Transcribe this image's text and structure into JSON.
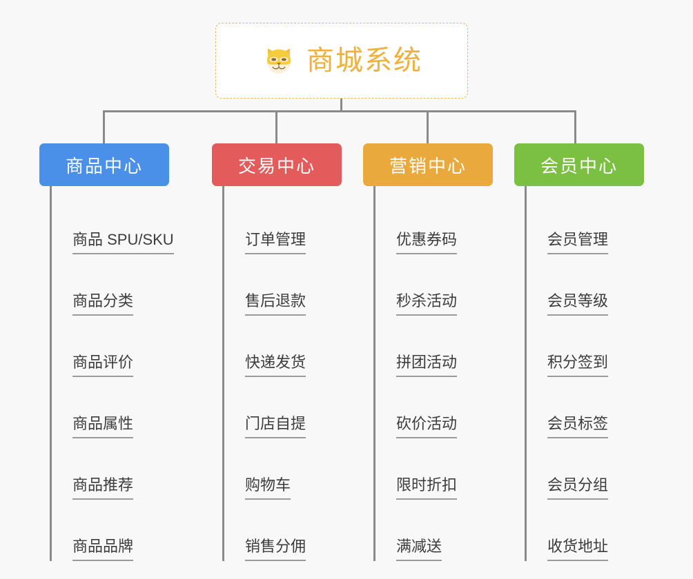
{
  "root": {
    "title": "商城系统",
    "icon": "shiba-dog-face-icon",
    "text_color": "#f0b03c",
    "border_color": "#e8b665",
    "background": "#ffffff"
  },
  "canvas": {
    "background": "#f8f8f8",
    "connector_color": "#8a8a8a"
  },
  "columns": [
    {
      "header": "商品中心",
      "color": "#4a90e8",
      "color_name": "blue",
      "items": [
        "商品 SPU/SKU",
        "商品分类",
        "商品评价",
        "商品属性",
        "商品推荐",
        "商品品牌"
      ]
    },
    {
      "header": "交易中心",
      "color": "#e35b5b",
      "color_name": "red",
      "items": [
        "订单管理",
        "售后退款",
        "快递发货",
        "门店自提",
        "购物车",
        "销售分佣"
      ]
    },
    {
      "header": "营销中心",
      "color": "#eaa93c",
      "color_name": "orange",
      "items": [
        "优惠券码",
        "秒杀活动",
        "拼团活动",
        "砍价活动",
        "限时折扣",
        "满减送"
      ]
    },
    {
      "header": "会员中心",
      "color": "#7cc043",
      "color_name": "green",
      "items": [
        "会员管理",
        "会员等级",
        "积分签到",
        "会员标签",
        "会员分组",
        "收货地址"
      ]
    }
  ]
}
